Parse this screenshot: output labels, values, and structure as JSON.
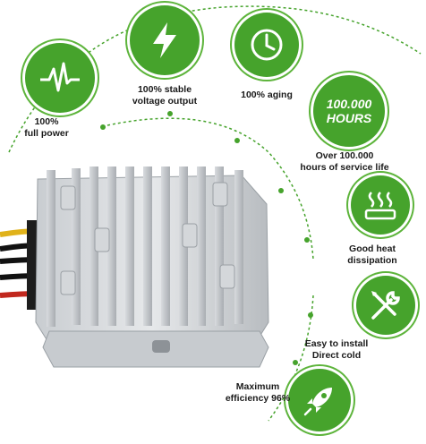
{
  "colors": {
    "accent": "#46a32c",
    "arc": "#46a32c"
  },
  "features": [
    {
      "icon": "heartbeat-icon",
      "label_lines": [
        "100%",
        "full power"
      ]
    },
    {
      "icon": "lightning-icon",
      "label_lines": [
        "100% stable",
        "voltage output"
      ]
    },
    {
      "icon": "clock-icon",
      "label_lines": [
        "100% aging"
      ]
    },
    {
      "icon": "hours-badge",
      "badge_lines": [
        "100.000",
        "HOURS"
      ],
      "label_lines": [
        "Over 100.000",
        "hours of service life"
      ]
    },
    {
      "icon": "heat-dissipation-icon",
      "label_lines": [
        "Good heat",
        "dissipation"
      ]
    },
    {
      "icon": "wrench-screwdriver-icon",
      "label_lines": [
        "Easy to install",
        "Direct cold"
      ]
    },
    {
      "icon": "rocket-icon",
      "label_lines": [
        "Maximum",
        "efficiency 96%"
      ]
    }
  ]
}
